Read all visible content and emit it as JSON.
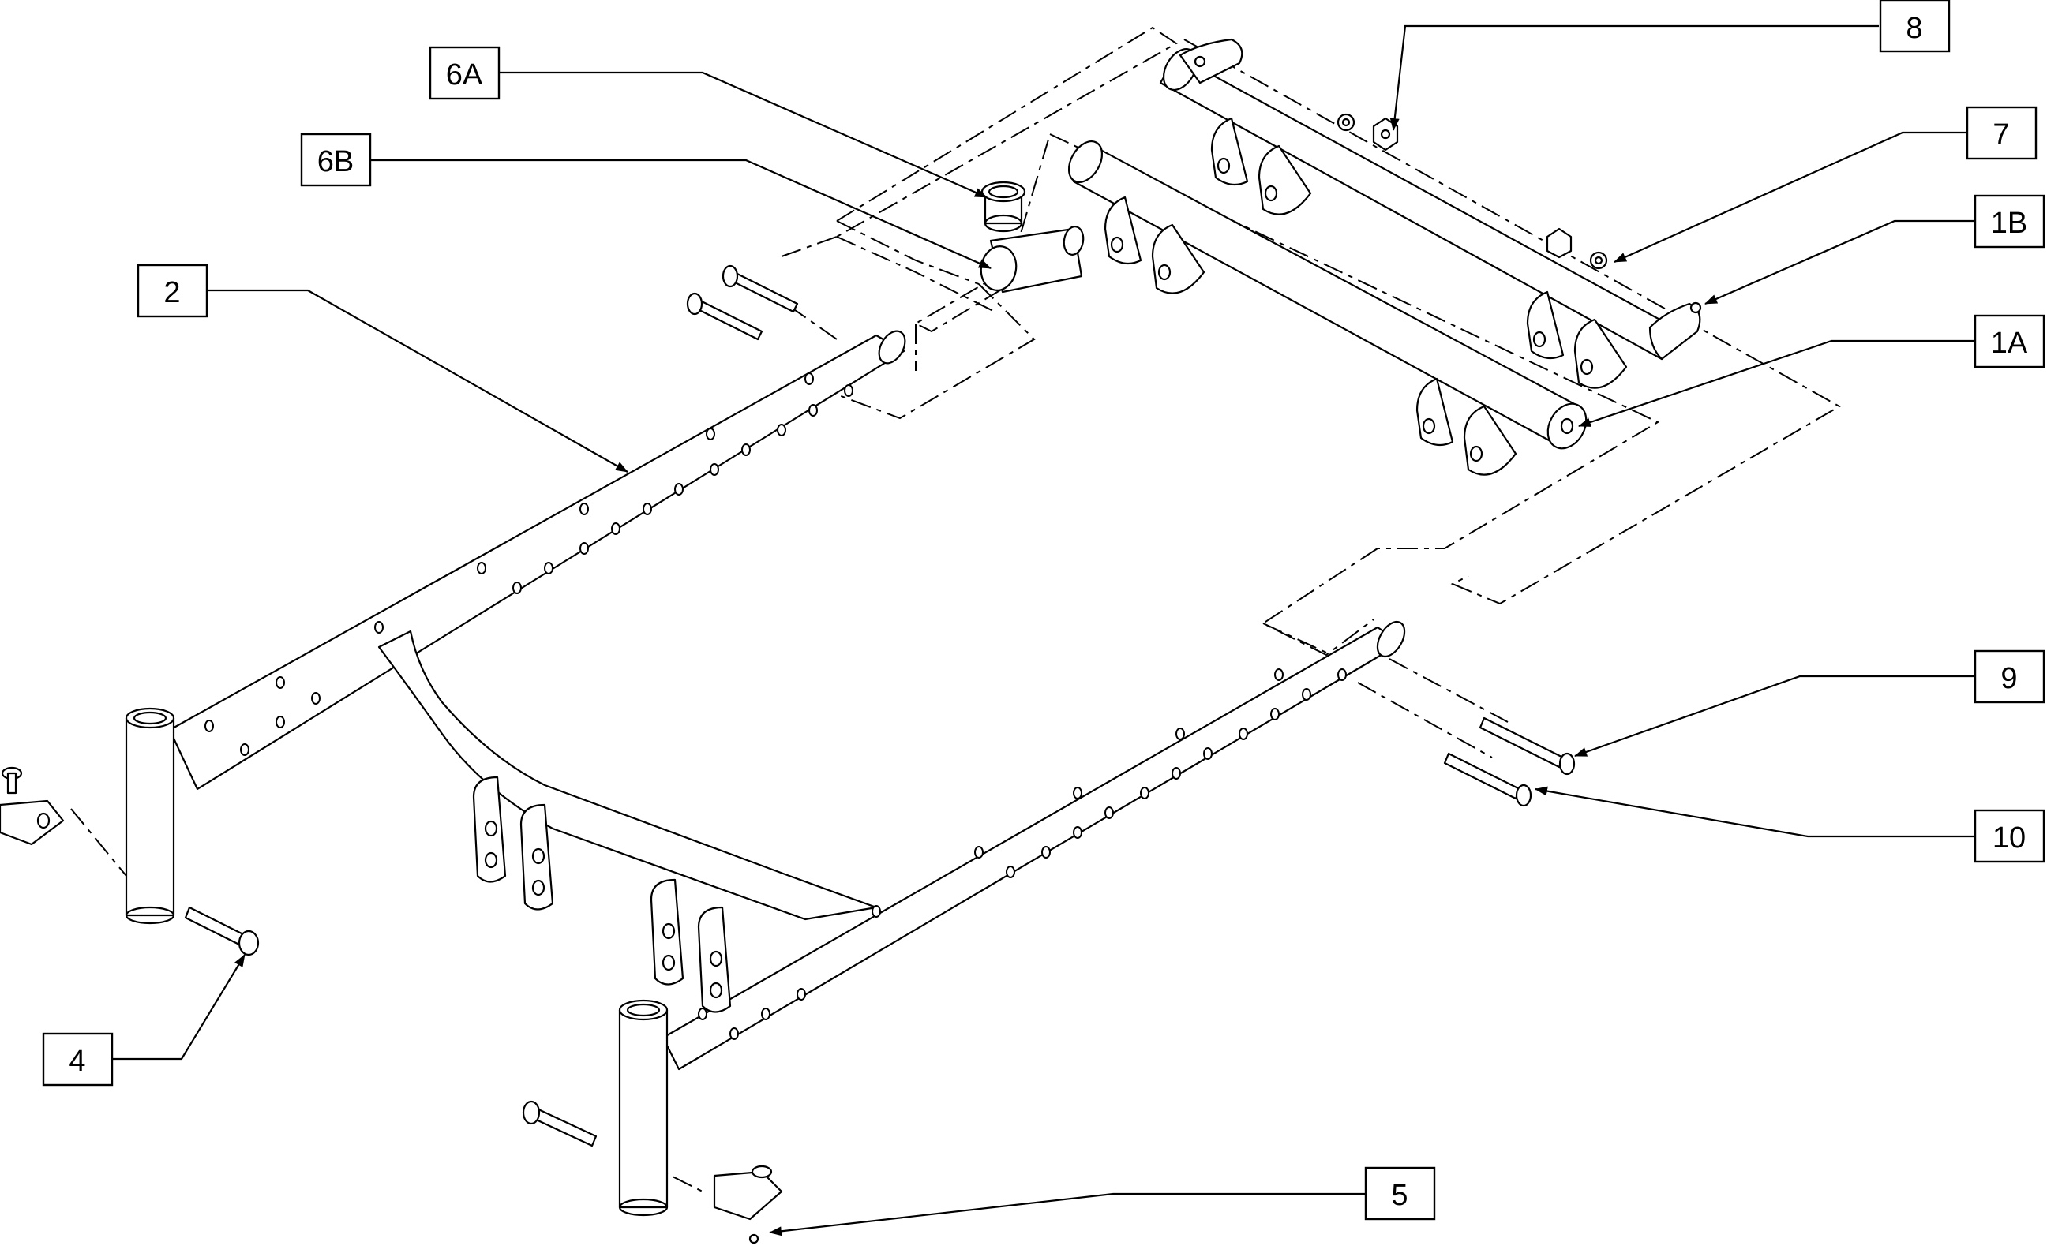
{
  "callouts": [
    {
      "id": "c-8",
      "label": "8"
    },
    {
      "id": "c-7",
      "label": "7"
    },
    {
      "id": "c-1b",
      "label": "1B"
    },
    {
      "id": "c-1a",
      "label": "1A"
    },
    {
      "id": "c-6a",
      "label": "6A"
    },
    {
      "id": "c-6b",
      "label": "6B"
    },
    {
      "id": "c-2",
      "label": "2"
    },
    {
      "id": "c-9",
      "label": "9"
    },
    {
      "id": "c-10",
      "label": "10"
    },
    {
      "id": "c-4",
      "label": "4"
    },
    {
      "id": "c-5",
      "label": "5"
    }
  ]
}
